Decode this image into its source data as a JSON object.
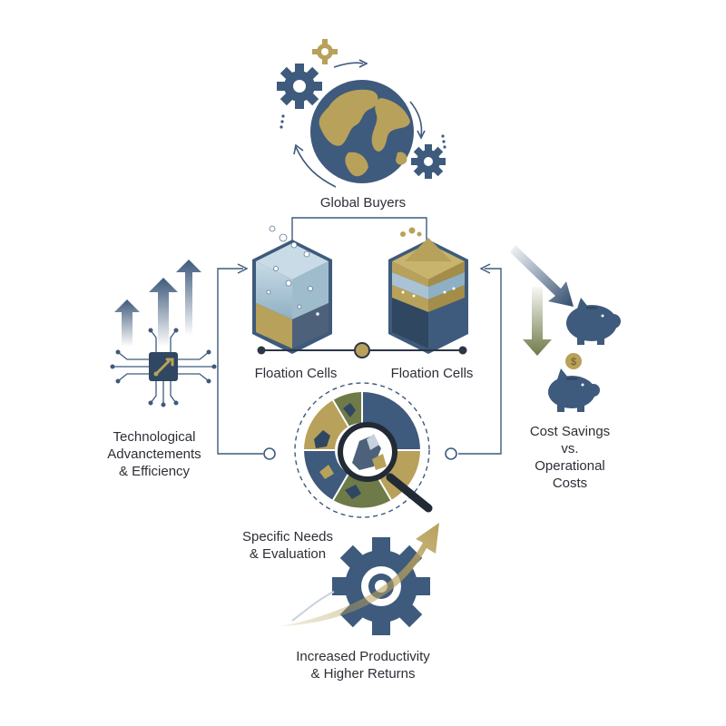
{
  "labels": {
    "global_buyers": "Global Buyers",
    "floation_cells_left": "Floation Cells",
    "floation_cells_right": "Floation Cells",
    "tech_line1": "Technological",
    "tech_line2": "Advanctements",
    "tech_line3": "& Efficiency",
    "cost_line1": "Cost Savings",
    "cost_line2": "vs.",
    "cost_line3": "Operational",
    "cost_line4": "Costs",
    "needs_line1": "Specific Needs",
    "needs_line2": "& Evaluation",
    "prod_line1": "Increased Productivity",
    "prod_line2": "& Higher Returns"
  },
  "icons": {
    "globe": "globe-icon",
    "gears": "gear-icon",
    "chip": "circuit-chip-icon",
    "piggy": "piggy-bank-icon",
    "magnifier": "magnifier-icon",
    "growth": "growth-gear-icon"
  },
  "colors": {
    "navy": "#3e5a7c",
    "gold": "#b8a15a",
    "olive": "#6e7a48",
    "water": "#a9c3d4",
    "text": "#2b2f36"
  }
}
